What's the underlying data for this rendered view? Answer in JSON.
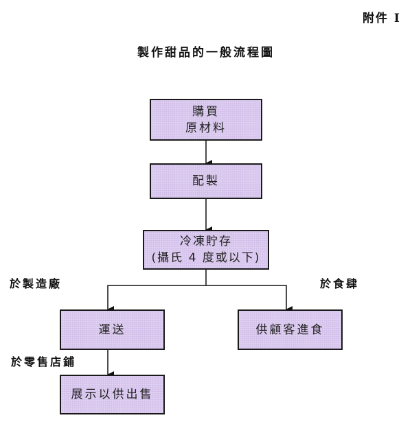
{
  "annex": "附件 I",
  "title": "製作甜品的一般流程圖",
  "colors": {
    "box_fill": "#dccbf0",
    "border": "#1a1a1a"
  },
  "boxes": {
    "buy": "購買\n原材料",
    "buy_line1": "購買",
    "buy_line2": "原材料",
    "prepare": "配製",
    "freeze_line1": "冷凍貯存",
    "freeze_line2": "(攝氏 4 度或以下)",
    "transport": "運送",
    "serve": "供顧客進食",
    "display": "展示以供出售"
  },
  "labels": {
    "factory": "於製造廠",
    "restaurant": "於食肆",
    "retail": "於零售店鋪"
  }
}
